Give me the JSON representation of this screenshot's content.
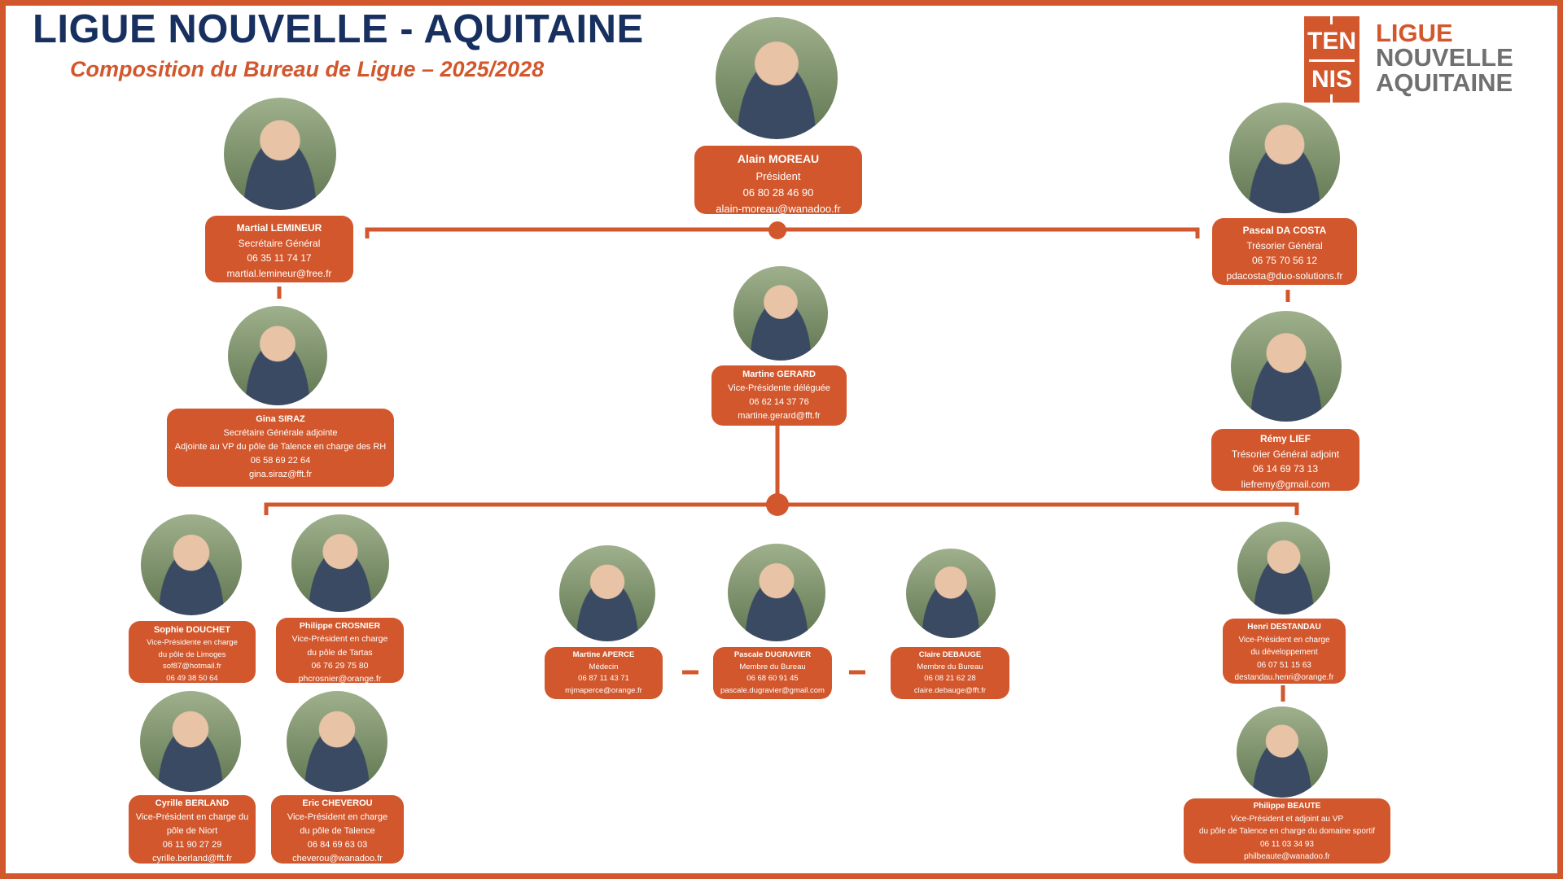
{
  "header": {
    "title": "LIGUE NOUVELLE - AQUITAINE",
    "subtitle": "Composition du Bureau de Ligue – 2025/2028"
  },
  "logo": {
    "word_top": "TEN",
    "word_bottom": "NIS",
    "line1": "LIGUE",
    "line2": "NOUVELLE",
    "line3": "AQUITAINE"
  },
  "colors": {
    "accent": "#d2572c",
    "title": "#17305f",
    "logo_grey": "#707070",
    "card_text": "#ffffff"
  },
  "members": {
    "moreau": {
      "name": "Alain MOREAU",
      "role": "Président",
      "phone": "06 80 28 46 90",
      "email": "alain-moreau@wanadoo.fr"
    },
    "lemineur": {
      "name": "Martial LEMINEUR",
      "role": "Secrétaire Général",
      "phone": "06 35 11 74 17",
      "email": "martial.lemineur@free.fr"
    },
    "dacosta": {
      "name": "Pascal DA COSTA",
      "role": "Trésorier Général",
      "phone": "06 75 70 56 12",
      "email": "pdacosta@duo-solutions.fr"
    },
    "siraz": {
      "name": "Gina SIRAZ",
      "role": "Secrétaire Générale adjointe",
      "role2": "Adjointe au VP du pôle de Talence en charge des RH",
      "phone": "06 58 69 22 64",
      "email": "gina.siraz@fft.fr"
    },
    "gerard": {
      "name": "Martine GERARD",
      "role": "Vice-Présidente déléguée",
      "phone": "06 62 14 37 76",
      "email": "martine.gerard@fft.fr"
    },
    "lief": {
      "name": "Rémy LIEF",
      "role": "Trésorier Général adjoint",
      "phone": "06 14 69 73 13",
      "email": "liefremy@gmail.com"
    },
    "douchet": {
      "name": "Sophie DOUCHET",
      "role": "Vice-Présidente en charge",
      "role2": "du pôle de Limoges",
      "email": "sof87@hotmail.fr",
      "phone": "06 49 38 50 64"
    },
    "crosnier": {
      "name": "Philippe CROSNIER",
      "role": "Vice-Président en charge",
      "role2": "du pôle de Tartas",
      "phone": "06 76 29 75 80",
      "email": "phcrosnier@orange.fr"
    },
    "aperce": {
      "name": "Martine APERCE",
      "role": "Médecin",
      "phone": "06 87 11 43 71",
      "email": "mjmaperce@orange.fr"
    },
    "dugravier": {
      "name": "Pascale DUGRAVIER",
      "role": "Membre du Bureau",
      "phone": "06 68 60 91 45",
      "email": "pascale.dugravier@gmail.com"
    },
    "debauge": {
      "name": "Claire DEBAUGE",
      "role": "Membre du Bureau",
      "phone": "06 08 21 62 28",
      "email": "claire.debauge@fft.fr"
    },
    "destandau": {
      "name": "Henri DESTANDAU",
      "role": "Vice-Président en charge",
      "role2": "du développement",
      "phone": "06 07 51 15 63",
      "email": "destandau.henri@orange.fr"
    },
    "berland": {
      "name": "Cyrille BERLAND",
      "role": "Vice-Président en charge du",
      "role2": "pôle de Niort",
      "phone": "06 11 90 27 29",
      "email": "cyrille.berland@fft.fr"
    },
    "cheverou": {
      "name": "Eric CHEVEROU",
      "role": "Vice-Président en charge",
      "role2": "du pôle de Talence",
      "phone": "06 84 69 63 03",
      "email": "cheverou@wanadoo.fr"
    },
    "beaute": {
      "name": "Philippe BEAUTE",
      "role": "Vice-Président et adjoint au VP",
      "role2": "du pôle de Talence en charge du domaine sportif",
      "phone": "06 11 03 34 93",
      "email": "philbeaute@wanadoo.fr"
    }
  }
}
